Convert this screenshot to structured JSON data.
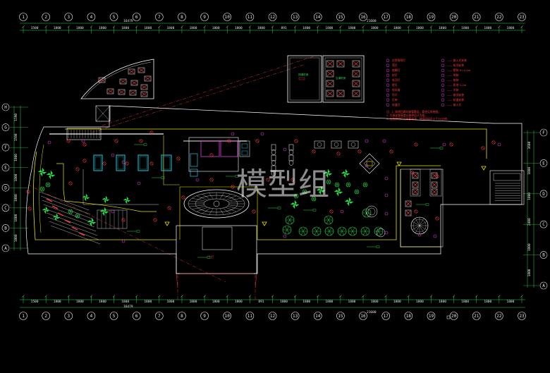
{
  "watermark": "模型组",
  "grid": {
    "top_labels": [
      "1",
      "2",
      "3",
      "4",
      "5",
      "6",
      "7",
      "8",
      "9",
      "10",
      "11",
      "12",
      "13",
      "14",
      "15",
      "16",
      "17",
      "18",
      "19",
      "20",
      "21",
      "22",
      "23"
    ],
    "bottom_labels": [
      "1",
      "2",
      "3",
      "4",
      "5",
      "6",
      "7",
      "8",
      "9",
      "10",
      "11",
      "12",
      "13",
      "14",
      "15",
      "16",
      "17",
      "18",
      "19",
      "20",
      "21",
      "22",
      "23"
    ],
    "left_labels": [
      "H",
      "G",
      "F",
      "E",
      "D",
      "C",
      "B",
      "A"
    ],
    "right_labels": [
      "F",
      "E",
      "D",
      "C",
      "B",
      "A"
    ]
  },
  "dimensions": {
    "top_segments": [
      "1500",
      "1800",
      "1800",
      "1800",
      "1800",
      "1800",
      "1800",
      "1800",
      "1800",
      "1800",
      "1800",
      "891",
      "1800",
      "1800",
      "1800",
      "1800",
      "1800",
      "1800",
      "1800",
      "1800",
      "1800",
      "1800"
    ],
    "top_total_left": "16479",
    "top_total_right": "21600",
    "bottom_segments": [
      "1500",
      "1800",
      "1800",
      "1800",
      "1800",
      "1800",
      "1800",
      "1800",
      "1800",
      "1800",
      "891",
      "1800",
      "1800",
      "1800",
      "1800",
      "1800",
      "1800",
      "1800",
      "1800",
      "1800",
      "1800",
      "1800"
    ],
    "bottom_total_left": "16479",
    "bottom_total_right": "21600",
    "left_segments": [
      "1590",
      "1590",
      "1800",
      "1800",
      "1800",
      "1800",
      "1800"
    ],
    "right_segments": [
      "3600",
      "1800",
      "1800",
      "2400",
      "1800",
      "1800"
    ]
  },
  "legend_red": [
    "应急照明灯",
    "筒灯",
    "格栅灯",
    "射灯",
    "吸顶灯",
    "壁灯",
    "排风扇",
    "吊灯",
    "灯带",
    "轨道灯"
  ],
  "legend_white": [
    "—— 嵌入式安装",
    "—— 吸顶安装",
    "—— 壁装 H=2.4m",
    "—— 明装",
    "—— 暗装",
    "—— 距地 2.2m",
    "—— 吊装",
    "—— 嵌顶安装",
    "—— 轨道安装",
    "—— 嵌入式"
  ],
  "notes": [
    "注：1. 照明回路均穿管敷设，管径见系统图。",
    "2. 灯具安装高度以装修设计为准。",
    "3. 应急照明灯自带蓄电池，持续时间不小于30分钟。"
  ],
  "colors": {
    "background": "#000000",
    "wall": "#e6e600",
    "grid_line": "#2bd94a",
    "axis": "#ff3b3b",
    "magenta": "#e040e0",
    "cyan": "#27c4d6",
    "white": "#ffffff"
  }
}
